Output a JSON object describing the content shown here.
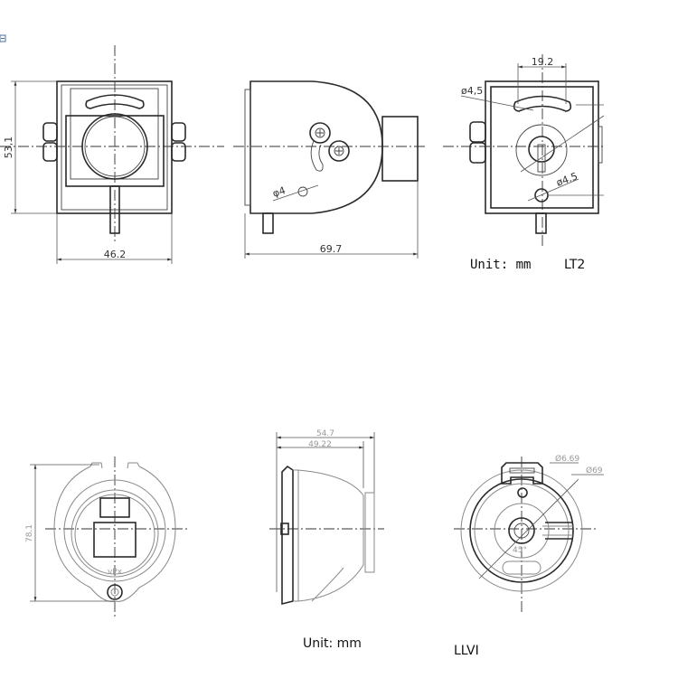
{
  "top_views": {
    "front": {
      "height_dim": "53,1",
      "width_dim": "46.2"
    },
    "side": {
      "length_dim": "69.7",
      "hole_dim": "φ4"
    },
    "rear": {
      "slot_dim": "19.2",
      "slot_hole_dim": "ø4,5",
      "hole_dim": "ø4.5"
    },
    "unit_label": "Unit: mm",
    "model_label": "LT2"
  },
  "bottom_views": {
    "front": {
      "height_dim": "78.1",
      "marking": "vPx"
    },
    "side": {
      "length_dim": "54.7",
      "length_dim_2": "49.22"
    },
    "rear": {
      "dim_small": "Ø6.69",
      "dim_outer": "Ø69",
      "angle_dim": "45°"
    },
    "unit_label": "Unit: mm",
    "model_label": "LLVI"
  }
}
